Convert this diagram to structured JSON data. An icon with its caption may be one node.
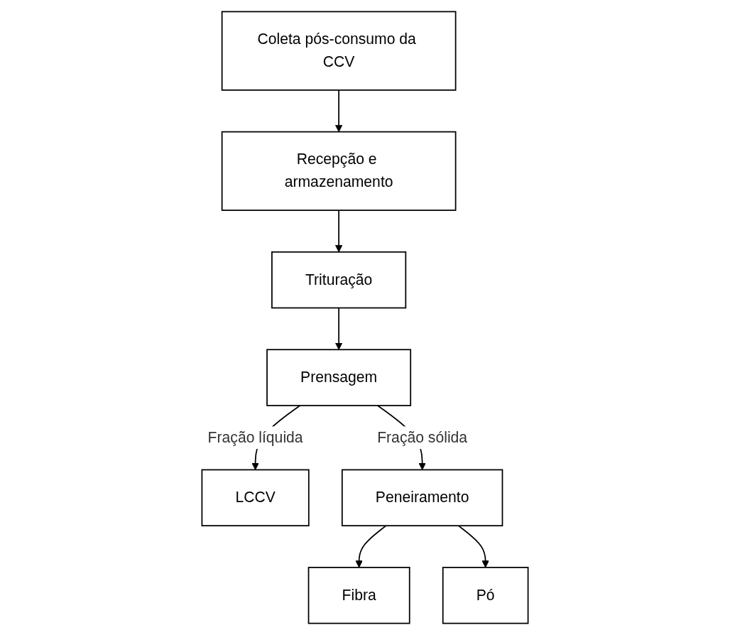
{
  "diagram": {
    "nodes": [
      {
        "text": [
          "Coleta pós-consumo da CCV"
        ]
      },
      {
        "text": [
          "Recepção e armazenamento"
        ]
      },
      {
        "text": [
          "Trituração"
        ]
      },
      {
        "text": [
          "Prensagem"
        ]
      },
      {
        "text": [
          "LCCV"
        ]
      },
      {
        "text": [
          "Peneiramento"
        ]
      },
      {
        "text": [
          "Fibra"
        ]
      },
      {
        "text": [
          "Pó"
        ]
      }
    ],
    "edges": [
      {
        "from": 0,
        "to": 1,
        "arrow": "to"
      },
      {
        "from": 1,
        "to": 2,
        "arrow": "to"
      },
      {
        "from": 2,
        "to": 3,
        "arrow": "to"
      },
      {
        "from": 3,
        "to": 4,
        "arrow": "to",
        "label": "Fração líquida"
      },
      {
        "from": 3,
        "to": 5,
        "arrow": "to",
        "label": "Fração sólida"
      },
      {
        "from": 5,
        "to": 6,
        "arrow": "to"
      },
      {
        "from": 5,
        "to": 7,
        "arrow": "to"
      }
    ]
  }
}
